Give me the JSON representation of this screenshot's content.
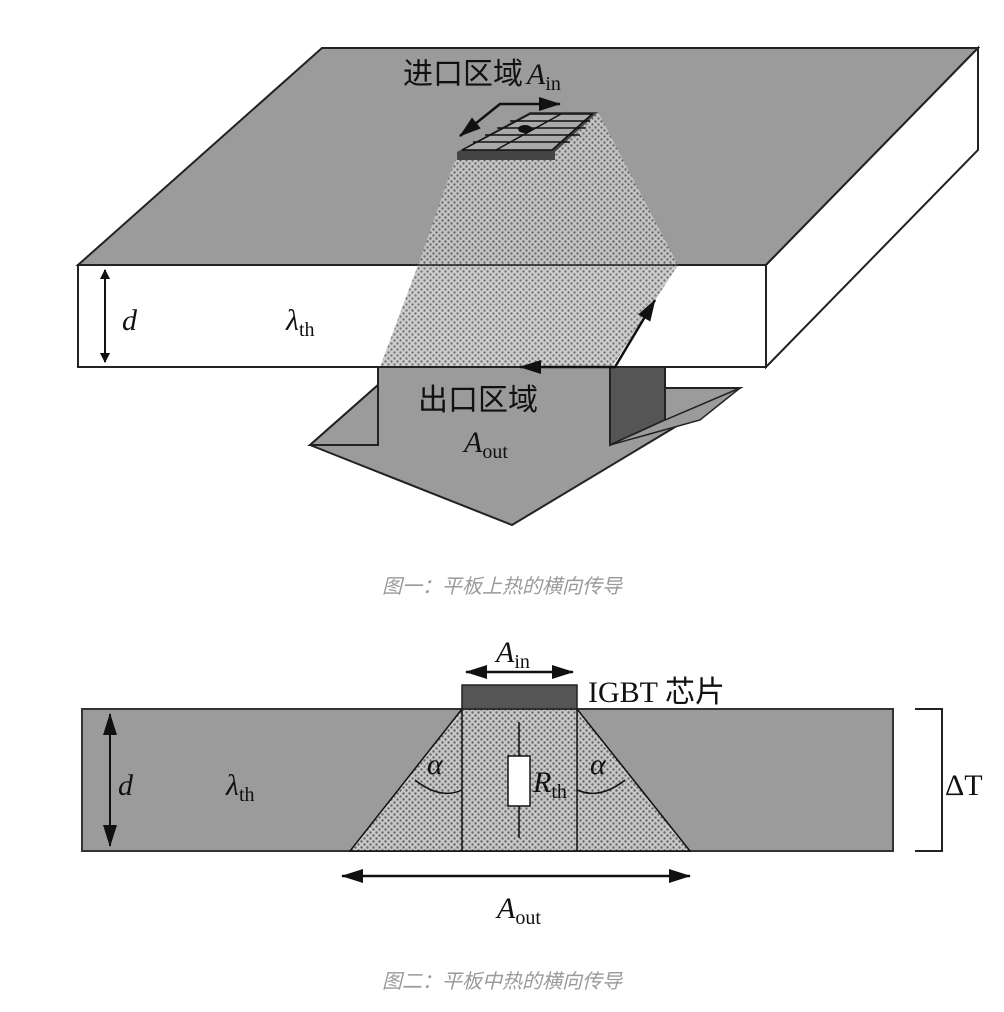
{
  "figure1": {
    "inlet_label": "进口区域",
    "inlet_symbol": "A",
    "inlet_sub": "in",
    "thickness_symbol": "d",
    "conductivity_symbol": "λ",
    "conductivity_sub": "th",
    "outlet_label": "出口区域",
    "outlet_symbol": "A",
    "outlet_sub": "out",
    "caption": "图一：平板上热的横向传导"
  },
  "figure2": {
    "inlet_symbol": "A",
    "inlet_sub": "in",
    "chip_label": "IGBT 芯片",
    "thickness_symbol": "d",
    "conductivity_symbol": "λ",
    "conductivity_sub": "th",
    "angle_symbol": "α",
    "resistance_symbol": "R",
    "resistance_sub": "th",
    "delta_t": "ΔT",
    "outlet_symbol": "A",
    "outlet_sub": "out",
    "caption": "图二：平板中热的横向传导"
  },
  "colors": {
    "slab": "#9b9b9b",
    "chip": "#555555",
    "caption": "#9a9a9a"
  }
}
